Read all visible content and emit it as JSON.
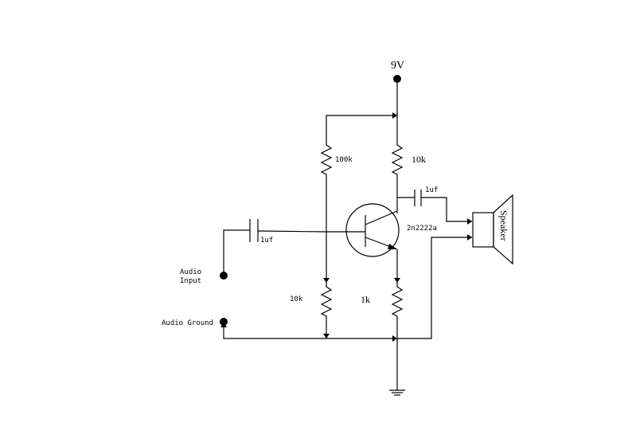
{
  "supply": {
    "label": "9V"
  },
  "components": {
    "r_bias_top": "100k",
    "r_collector": "10k",
    "r_bias_bottom": "10k",
    "r_emitter": "1k",
    "c_input": "1uf",
    "c_output": "1uf",
    "transistor": "2n2222a",
    "speaker": "Speaker"
  },
  "terminals": {
    "audio_input_line1": "Audio",
    "audio_input_line2": "Input",
    "audio_ground": "Audio Ground"
  }
}
